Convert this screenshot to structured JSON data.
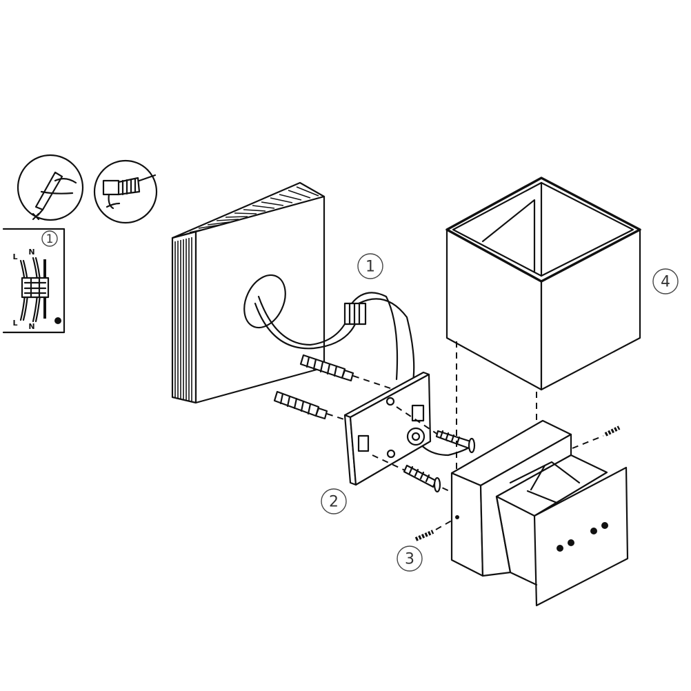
{
  "title": "Wall lamp installation diagram",
  "steps": {
    "wiring": "1",
    "mounting_plate": "2",
    "screw": "3",
    "shade": "4"
  },
  "inset": {
    "step": "1",
    "top_labels": [
      "L",
      "N"
    ],
    "bottom_labels": [
      "L",
      "N"
    ]
  },
  "icons": [
    "mark-drill-position-icon",
    "drill-icon",
    "earth-ground-icon"
  ]
}
